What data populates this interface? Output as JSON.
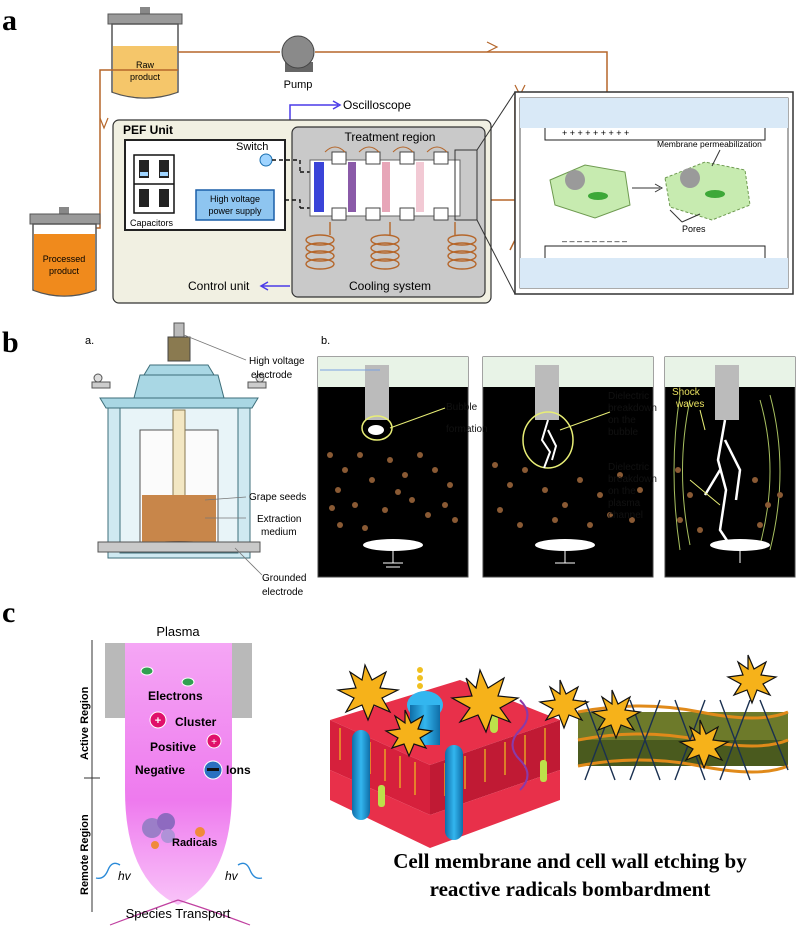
{
  "panel_a": {
    "letter": "a",
    "raw_product": [
      "Raw",
      "product"
    ],
    "pump": "Pump",
    "oscilloscope": "Oscilloscope",
    "pef_unit": "PEF Unit",
    "switch": "Switch",
    "capacitors": "Capacitors",
    "hv_supply": [
      "High voltage",
      "power supply"
    ],
    "treatment_region": "Treatment region",
    "cooling_system": "Cooling system",
    "control_unit": "Control unit",
    "processed_product": [
      "Processed",
      "product"
    ],
    "membrane_permeabilization": "Membrane permeabilization",
    "pores": "Pores",
    "plus_signs": "+      +      +      +      +      +      +      +      +",
    "minus_signs": "–      –      –      –      –      –      –      –      –"
  },
  "panel_b": {
    "letter": "b",
    "sub_a": "a.",
    "sub_b": "b.",
    "hv_electrode": [
      "High voltage",
      "electrode"
    ],
    "grape_seeds": "Grape seeds",
    "extraction_medium": [
      "Extraction",
      "medium"
    ],
    "grounded_electrode": [
      "Grounded",
      "electrode"
    ],
    "bubble_formation": [
      "Bubble",
      "formation"
    ],
    "dielectric_bubble": [
      "Dielectric",
      "breakdown",
      "on the",
      "bubble"
    ],
    "shock_waves": [
      "Shock",
      "waves"
    ],
    "dielectric_plasma": [
      "Dielectric",
      "breakdown",
      "on the",
      "plasma",
      "channel"
    ]
  },
  "panel_c": {
    "letter": "c",
    "plasma": "Plasma",
    "active_region": "Active Region",
    "remote_region": "Remote Region",
    "electrons": "Electrons",
    "cluster": "Cluster",
    "positive": "Positive",
    "negative": "Negative",
    "ions": "Ions",
    "radicals": "Radicals",
    "hv": "hv",
    "species_transport": "Species Transport",
    "caption": [
      "Cell membrane and cell wall etching by",
      "reactive radicals bombardment"
    ]
  },
  "colors": {
    "pipe": "#b5662a",
    "raw_liquid": "#f5c66a",
    "processed_liquid": "#f08a1c",
    "plasma_pink": "#f07ef0",
    "membrane_red": "#e8304a",
    "channel_blue": "#1aa0d8"
  }
}
